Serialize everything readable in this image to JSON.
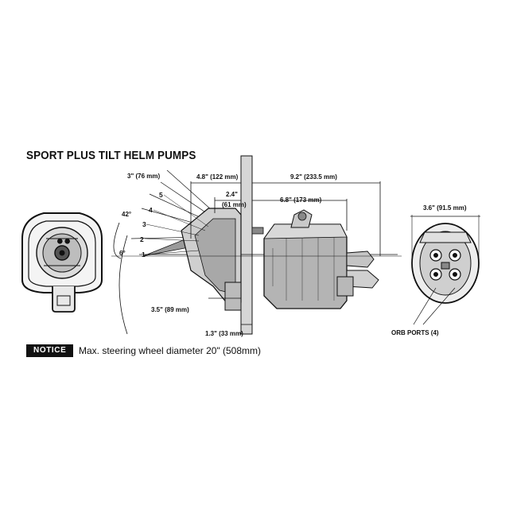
{
  "title": "SPORT PLUS TILT HELM PUMPS",
  "notice": {
    "badge": "NOTICE",
    "text": "Max. steering wheel diameter 20\" (508mm)"
  },
  "dimensions": {
    "wheel_offset": "3\" (76 mm)",
    "front_depth": "4.8\" (122 mm)",
    "rear_depth": "9.2\" (233.5 mm)",
    "bezel_depth_in": "2.4\"",
    "bezel_depth_mm": "(61 mm)",
    "pump_depth": "6.8\" (173 mm)",
    "body_diameter": "3.6\" (91.5 mm)",
    "tilt_angle": "42°",
    "base_angle": "6°",
    "flange_height": "3.5\" (89 mm)",
    "dash_thickness": "1.3\" (33 mm)"
  },
  "tilt_positions": [
    "5",
    "4",
    "3",
    "2",
    "1"
  ],
  "callouts": {
    "orb_ports": "ORB PORTS (4)"
  }
}
